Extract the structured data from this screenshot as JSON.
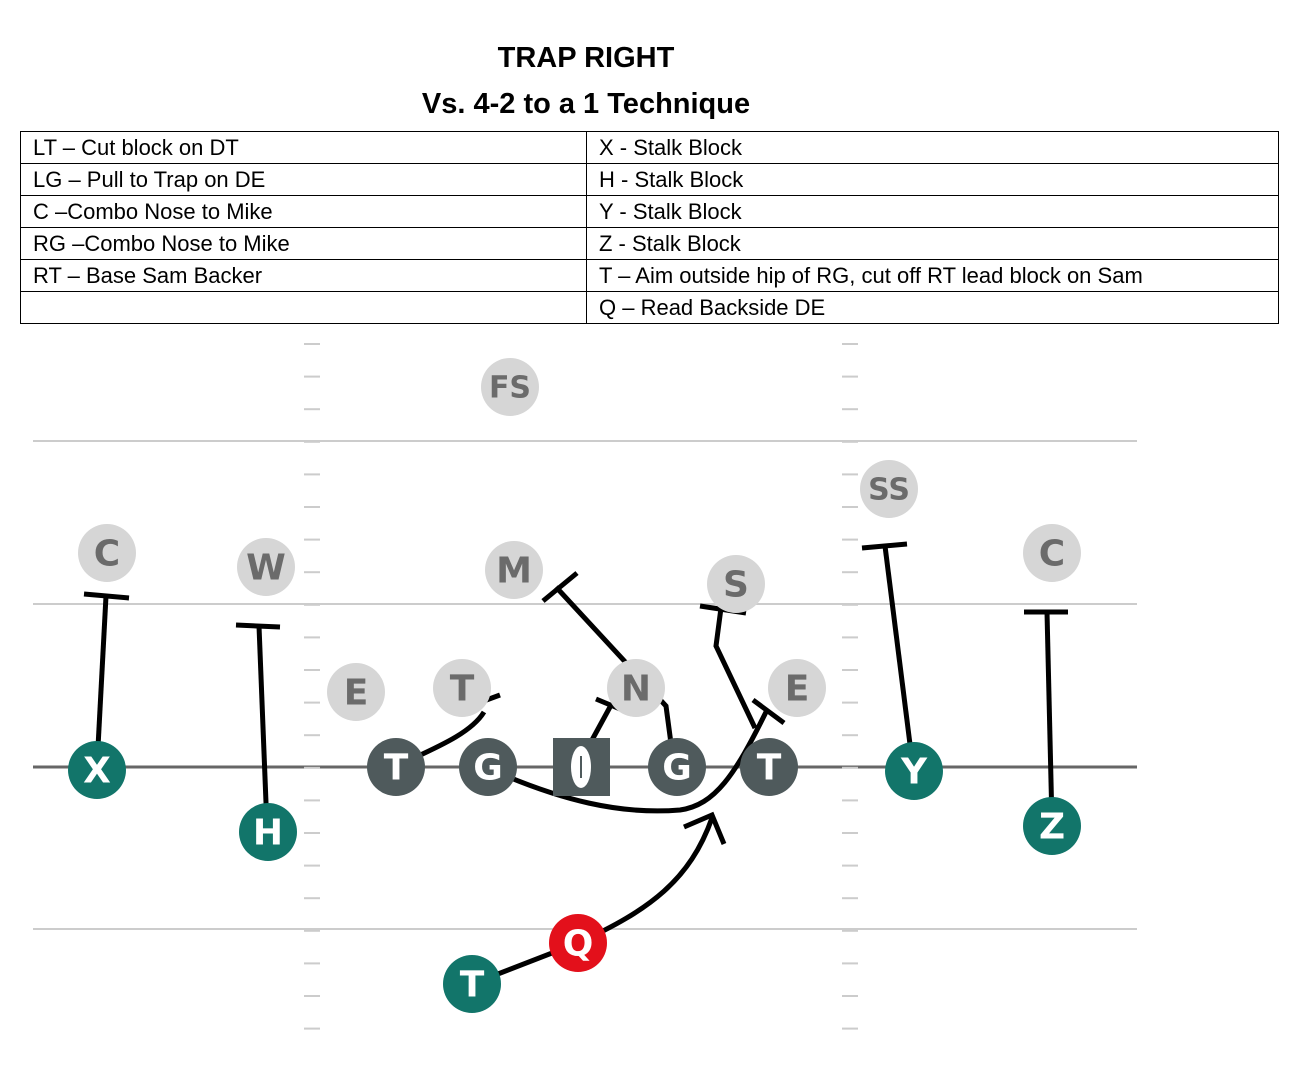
{
  "title": "TRAP RIGHT",
  "subtitle": "Vs. 4-2 to a 1 Technique",
  "assignments": [
    {
      "left": "LT – Cut block on DT",
      "right": "X - Stalk Block"
    },
    {
      "left": "LG – Pull to Trap on DE",
      "right": "H - Stalk Block"
    },
    {
      "left": "C –Combo Nose to Mike",
      "right": "Y - Stalk Block"
    },
    {
      "left": "RG –Combo Nose to Mike",
      "right": "Z - Stalk Block"
    },
    {
      "left": "RT – Base Sam Backer",
      "right": "T – Aim outside hip of RG, cut off RT lead block on Sam"
    },
    {
      "left": "",
      "right": "Q – Read Backside DE"
    }
  ],
  "players": {
    "defense": [
      "FS",
      "SS",
      "C",
      "W",
      "M",
      "S",
      "C",
      "E",
      "T",
      "N",
      "E"
    ],
    "offense_line": [
      "T",
      "G",
      "G",
      "T"
    ],
    "receivers": [
      "X",
      "H",
      "Y",
      "Z"
    ],
    "quarterback": "Q",
    "running_back": "T"
  },
  "colors": {
    "defense": "#d6d6d6",
    "defense_text": "#6b6b6b",
    "line": "#4f5a5c",
    "skill": "#12756a",
    "quarterback": "#e3101b",
    "route": "#000000",
    "field_line": "#cccccc",
    "scrimmage": "#666666"
  },
  "icons": [
    "football-icon"
  ]
}
